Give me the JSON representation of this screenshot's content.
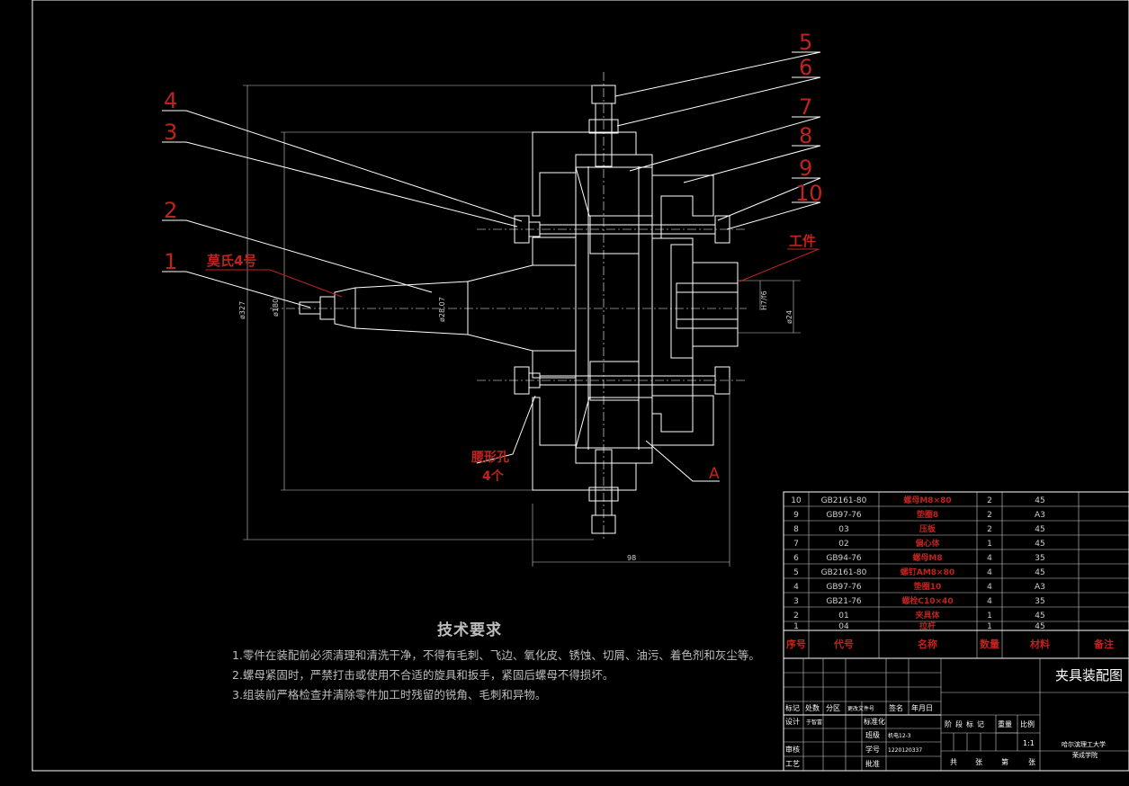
{
  "callouts": [
    "5",
    "6",
    "7",
    "8",
    "9",
    "10",
    "4",
    "3",
    "2",
    "1"
  ],
  "callout_labels": {
    "taper": "莫氏4号",
    "workpiece": "工件",
    "slot": "腰形孔",
    "slot_count": "4个",
    "a_mark": "A"
  },
  "dimensions": {
    "overall_dia": "ø327",
    "shank_dia": "ø180",
    "taper_dia": "ø28.07",
    "bore_fit": "H7/f6",
    "bore_dia": "ø24",
    "length": "98"
  },
  "tech_requirements": {
    "title": "技术要求",
    "items": [
      "1.零件在装配前必须清理和清洗干净，不得有毛刺、飞边、氧化皮、锈蚀、切屑、油污、着色剂和灰尘等。",
      "2.螺母紧固时，严禁打击或使用不合适的旋具和扳手，紧固后螺母不得损坏。",
      "3.组装前严格检查并清除零件加工时残留的锐角、毛刺和异物。"
    ]
  },
  "bom": {
    "headers": {
      "seq": "序号",
      "code": "代号",
      "name": "名称",
      "qty": "数量",
      "material": "材料",
      "remark": "备注"
    },
    "rows": [
      {
        "seq": "10",
        "code": "GB2161-80",
        "name": "螺母M8×80",
        "qty": "2",
        "material": "45"
      },
      {
        "seq": "9",
        "code": "GB97-76",
        "name": "垫圈8",
        "qty": "2",
        "material": "A3"
      },
      {
        "seq": "8",
        "code": "03",
        "name": "压板",
        "qty": "2",
        "material": "45"
      },
      {
        "seq": "7",
        "code": "02",
        "name": "偏心体",
        "qty": "1",
        "material": "45"
      },
      {
        "seq": "6",
        "code": "GB94-76",
        "name": "螺母M8",
        "qty": "4",
        "material": "35"
      },
      {
        "seq": "5",
        "code": "GB2161-80",
        "name": "螺钉AM8×80",
        "qty": "4",
        "material": "45"
      },
      {
        "seq": "4",
        "code": "GB97-76",
        "name": "垫圈10",
        "qty": "4",
        "material": "A3"
      },
      {
        "seq": "3",
        "code": "GB21-76",
        "name": "螺栓C10×40",
        "qty": "4",
        "material": "35"
      },
      {
        "seq": "2",
        "code": "01",
        "name": "夹具体",
        "qty": "1",
        "material": "45"
      },
      {
        "seq": "1",
        "code": "04",
        "name": "拉杆",
        "qty": "1",
        "material": "45"
      }
    ]
  },
  "title_block": {
    "drawing_title": "夹具装配图",
    "rev_cols": [
      "标记",
      "处数",
      "分区",
      "更改文件号",
      "签名",
      "年月日"
    ],
    "designer_label": "设计",
    "designer": "于智富",
    "standard_label": "标准化",
    "class_label": "班级",
    "class_value": "机电12-3",
    "id_label": "学号",
    "id_value": "1220120337",
    "review_label": "审核",
    "process_label": "工艺",
    "approve_label": "批准",
    "stage_label": "阶段标记",
    "weight_label": "重量",
    "scale_label": "比例",
    "scale_value": "1:1",
    "sheet_info": [
      "共",
      "张",
      "第",
      "张"
    ],
    "school": "哈尔滨理工大学",
    "school_sub": "荣成学院"
  }
}
